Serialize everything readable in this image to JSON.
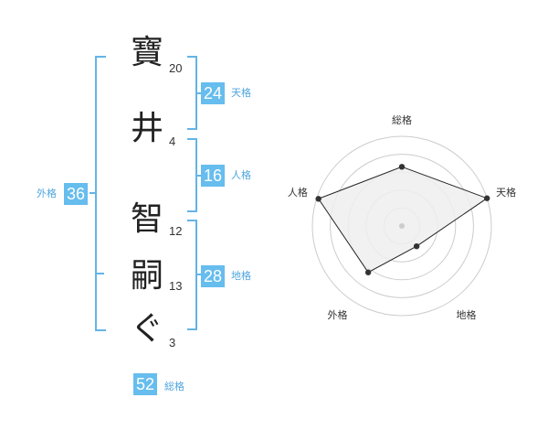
{
  "name": {
    "characters": [
      {
        "char": "寶",
        "strokes": "20"
      },
      {
        "char": "井",
        "strokes": "4"
      },
      {
        "char": "智",
        "strokes": "12"
      },
      {
        "char": "嗣",
        "strokes": "13"
      },
      {
        "char": "ぐ",
        "strokes": "3"
      }
    ]
  },
  "fortunes": {
    "tenkaku": {
      "value": "24",
      "label": "天格"
    },
    "jinkaku": {
      "value": "16",
      "label": "人格"
    },
    "chikaku": {
      "value": "28",
      "label": "地格"
    },
    "gaikaku": {
      "value": "36",
      "label": "外格"
    },
    "soukaku": {
      "value": "52",
      "label": "総格"
    }
  },
  "chart_data": {
    "type": "radar",
    "axes": [
      "総格",
      "天格",
      "地格",
      "外格",
      "人格"
    ],
    "values": [
      3.3,
      5,
      1.4,
      3.2,
      4.9
    ],
    "max": 5,
    "rings": 5,
    "colors": {
      "fill": "#eeeeee",
      "stroke": "#222222",
      "grid": "#cccccc",
      "center": "#cccccc"
    }
  }
}
